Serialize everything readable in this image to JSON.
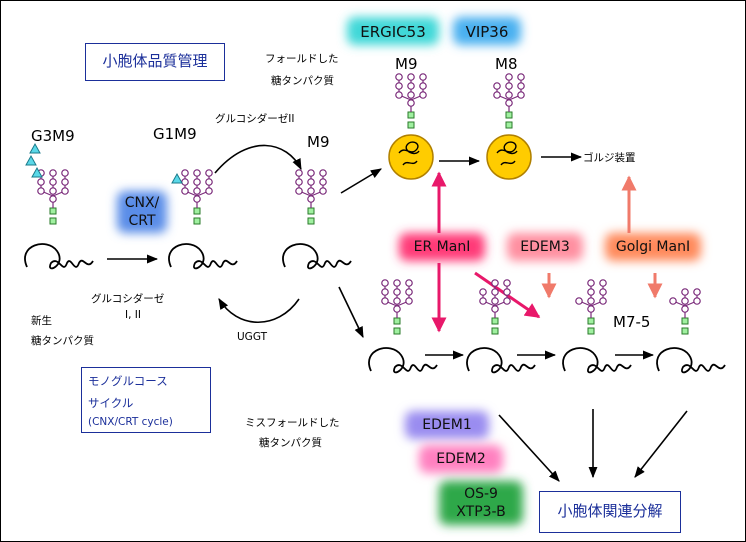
{
  "title": "小胞体品質管理",
  "receptors": [
    "ERGIC53",
    "VIP36"
  ],
  "labels": {
    "g3m9": "G3M9",
    "g1m9": "G1M9",
    "m9_center": "M9",
    "m9_top": "M9",
    "m8_top": "M8",
    "m7_5": "M7-5",
    "golgi_apparatus": "ゴルジ装置",
    "glucosidase2": "グルコシダーゼII",
    "glucosidase12": "グルコシダーゼ",
    "glucosidase12_sub": "I, II",
    "uggt": "UGGT",
    "nascent_line1": "新生",
    "nascent_line2": "糖タンパク質",
    "folded_line1": "フォールドした",
    "folded_line2": "糖タンパク質",
    "misfolded_line1": "ミスフォールドした",
    "misfolded_line2": "糖タンパク質"
  },
  "chaperone": {
    "line1": "CNX/",
    "line2": "CRT"
  },
  "cycle_box": {
    "line1": "モノグルコース",
    "line2": "サイクル",
    "line3": "(CNX/CRT cycle)"
  },
  "enzymes": {
    "er_mani": "ER ManI",
    "edem3": "EDEM3",
    "golgi_mani": "Golgi ManI",
    "edem1": "EDEM1",
    "edem2": "EDEM2",
    "os9": "OS-9",
    "xtp3b": "XTP3-B"
  },
  "degradation": "小胞体関連分解",
  "colors": {
    "box_border": "#1b2f9a",
    "er_mani": "#ff3a78",
    "edem": "#ff8fa0",
    "golgi_mani": "#ff8a5c",
    "edem1": "#9a8cf0",
    "edem2": "#ff80c0",
    "os9": "#2fa84a",
    "chaperone": "#5a8de8",
    "ergic53": "#40d8d8",
    "vip36": "#4ab0f0",
    "mannose": "#ffffff",
    "glcnac": "#a0f0a0",
    "glucose": "#5ad8e8"
  }
}
